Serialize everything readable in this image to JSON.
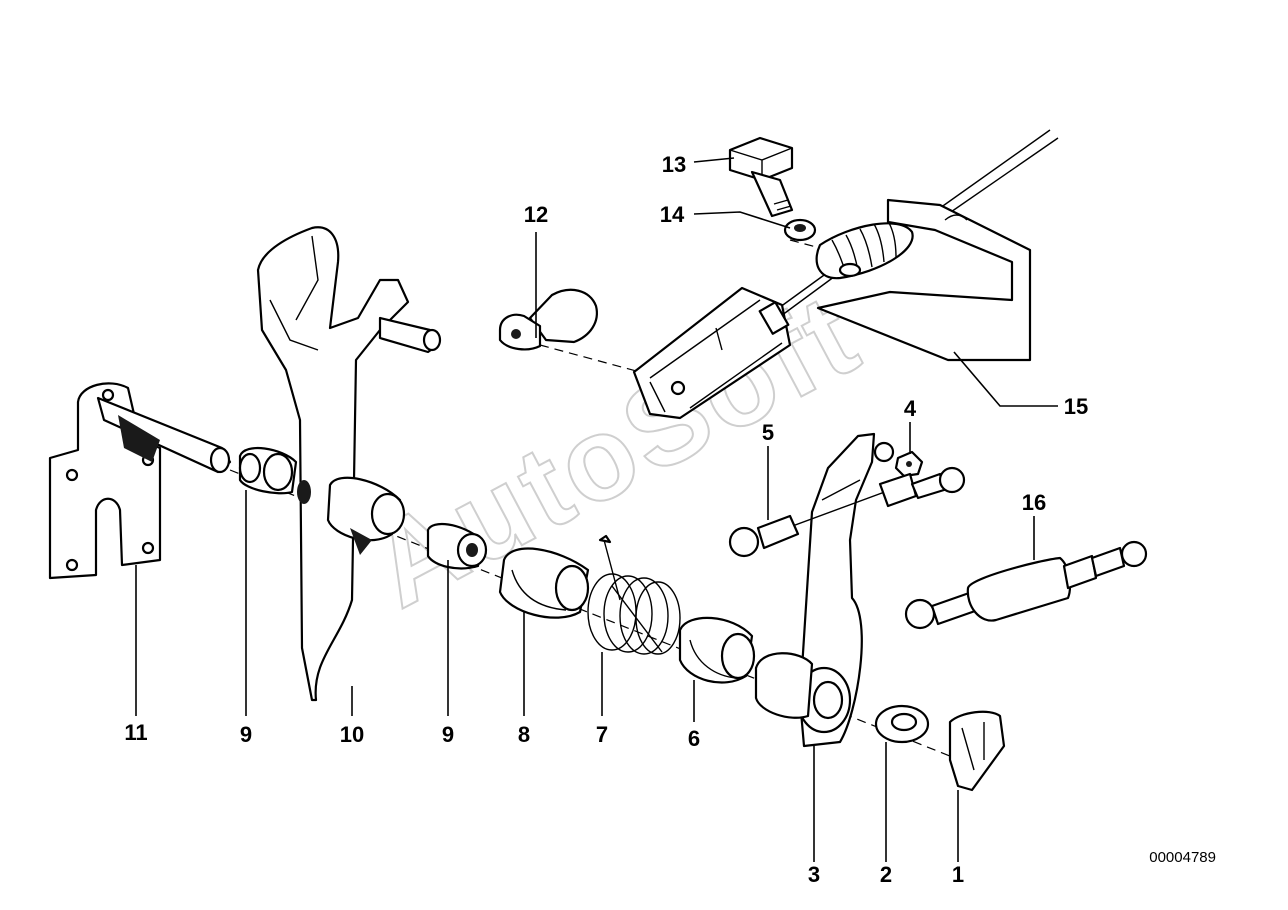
{
  "watermark": "AutoSoft",
  "document_id": "00004789",
  "callouts": {
    "c1": "1",
    "c2": "2",
    "c3": "3",
    "c4": "4",
    "c5": "5",
    "c6": "6",
    "c7": "7",
    "c8": "8",
    "c9a": "9",
    "c9b": "9",
    "c10": "10",
    "c11": "11",
    "c12": "12",
    "c13": "13",
    "c14": "14",
    "c15": "15",
    "c16": "16"
  }
}
